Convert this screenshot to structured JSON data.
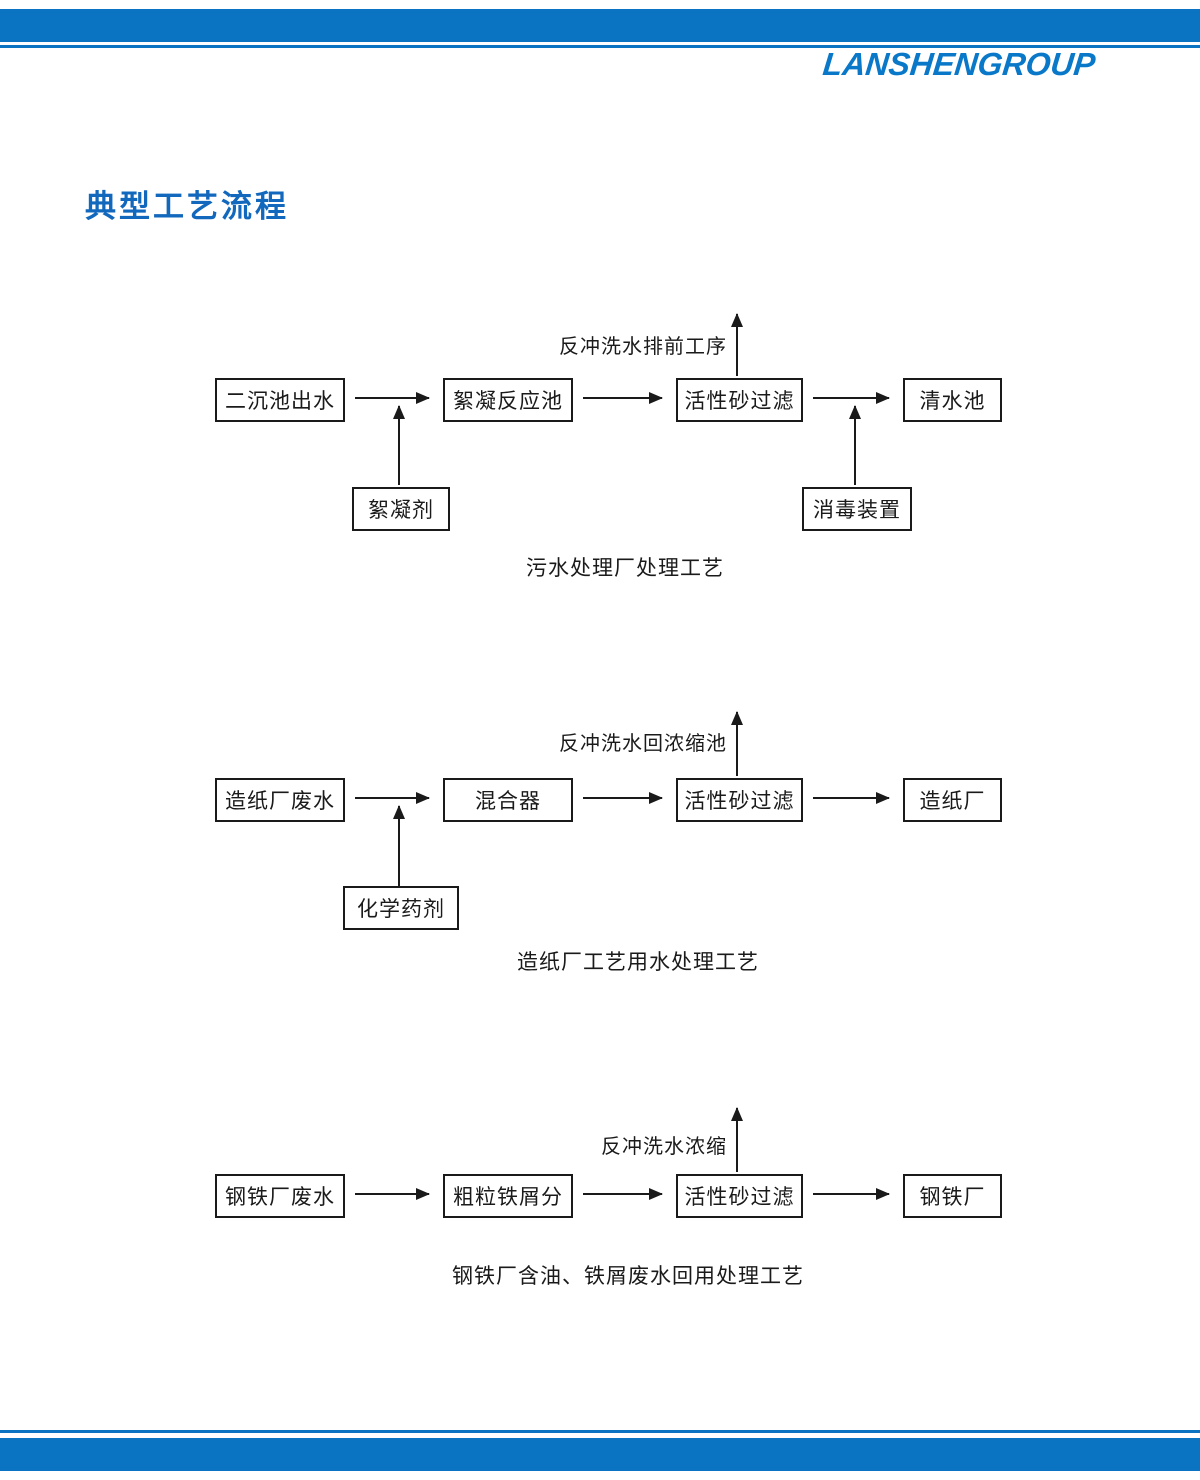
{
  "header": {
    "logo_text": "LANSHENGROUP"
  },
  "page": {
    "title": "典型工艺流程"
  },
  "colors": {
    "brand_blue": "#0b74c2",
    "logo_blue": "#0a78c8",
    "title_blue": "#1268bc",
    "diagram_ink": "#1a1a1a"
  },
  "diagrams": [
    {
      "caption": "污水处理厂处理工艺",
      "backwash_label": "反冲洗水排前工序",
      "nodes": [
        "二沉池出水",
        "絮凝反应池",
        "活性砂过滤",
        "清水池"
      ],
      "feeds": [
        {
          "label": "絮凝剂"
        },
        {
          "label": "消毒装置"
        }
      ]
    },
    {
      "caption": "造纸厂工艺用水处理工艺",
      "backwash_label": "反冲洗水回浓缩池",
      "nodes": [
        "造纸厂废水",
        "混合器",
        "活性砂过滤",
        "造纸厂"
      ],
      "feeds": [
        {
          "label": "化学药剂"
        }
      ]
    },
    {
      "caption": "钢铁厂含油、铁屑废水回用处理工艺",
      "backwash_label": "反冲洗水浓缩",
      "nodes": [
        "钢铁厂废水",
        "粗粒铁屑分",
        "活性砂过滤",
        "钢铁厂"
      ],
      "feeds": []
    }
  ]
}
